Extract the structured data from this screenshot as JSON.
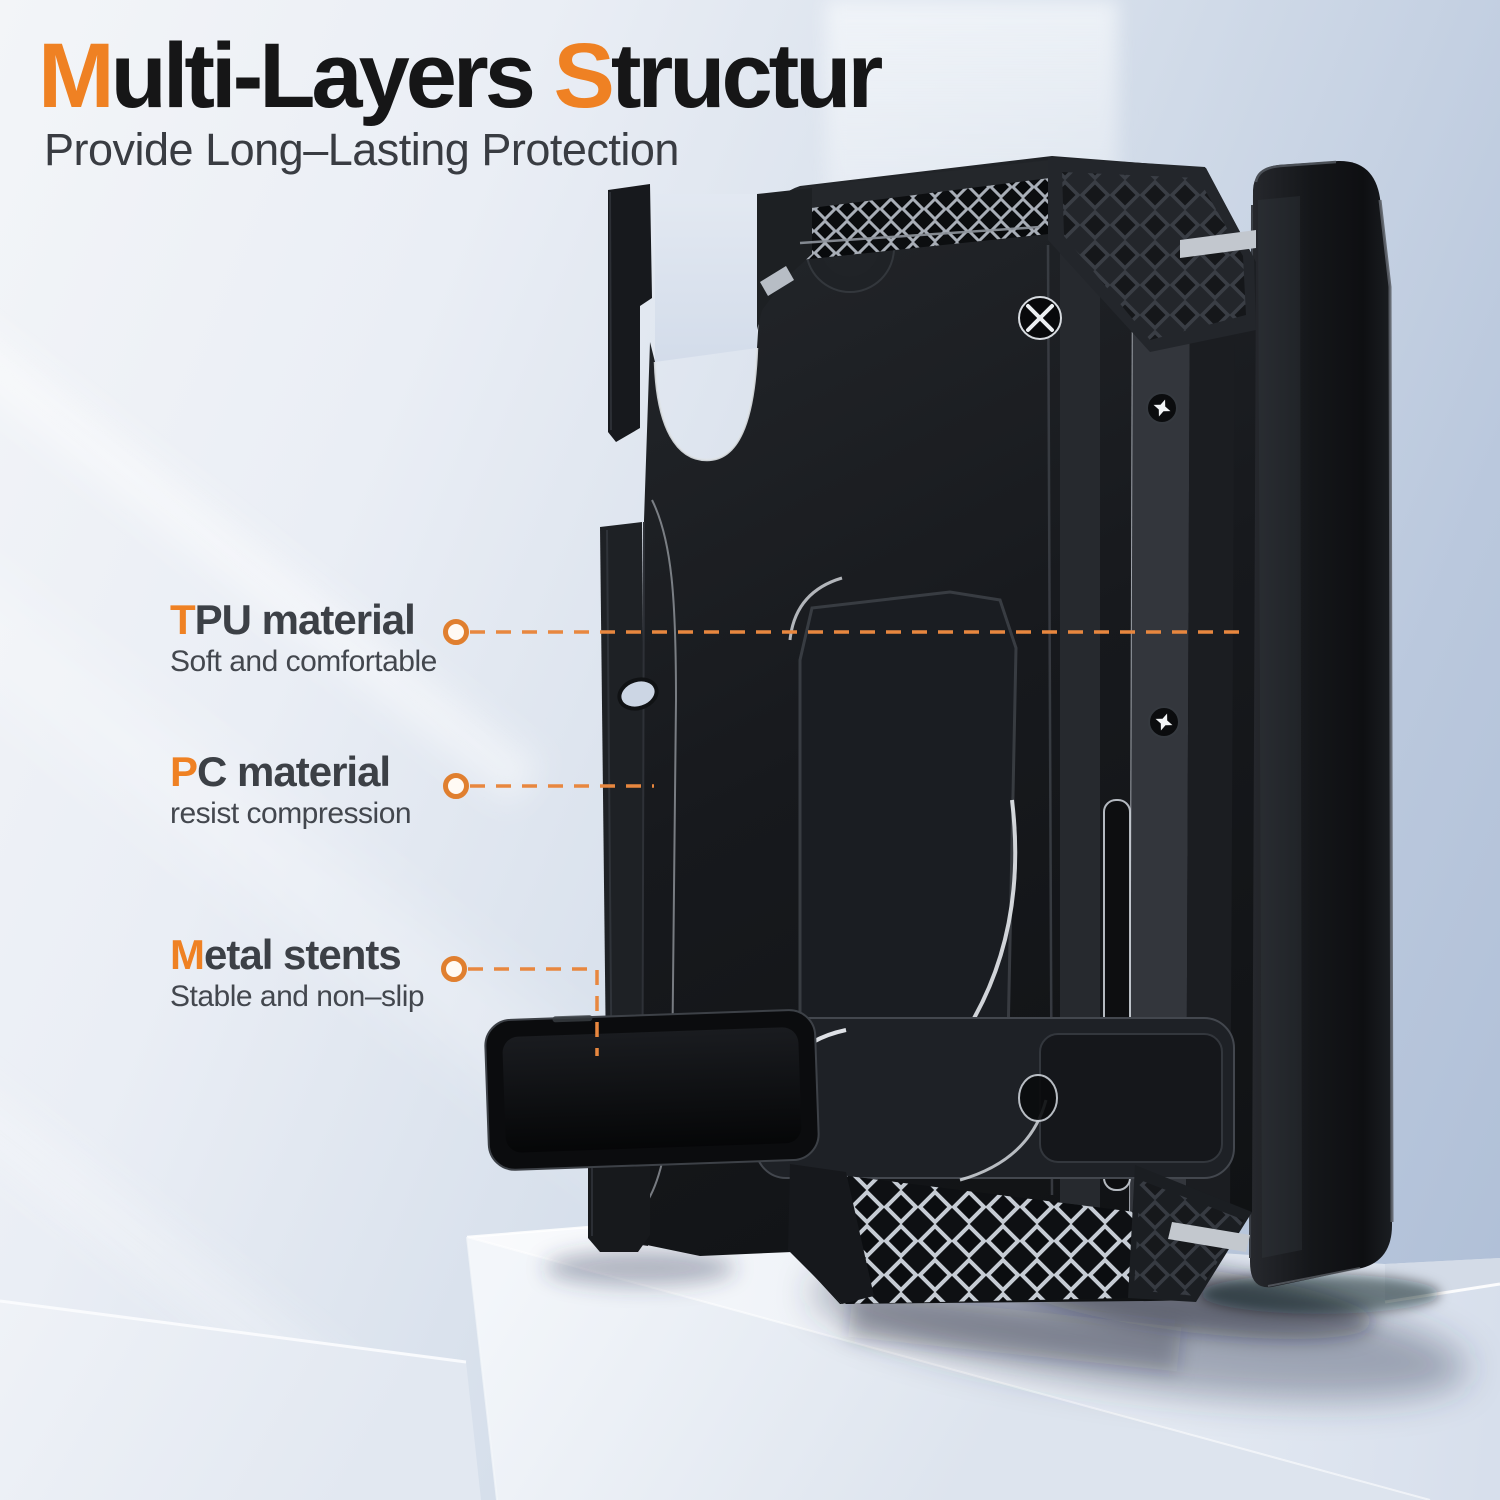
{
  "header": {
    "title_segments": [
      {
        "text": "M",
        "highlight": true
      },
      {
        "text": "ulti-Layers ",
        "highlight": false
      },
      {
        "text": "S",
        "highlight": true
      },
      {
        "text": "tructur",
        "highlight": false
      }
    ],
    "subtitle": "Provide Long–Lasting Protection"
  },
  "callouts": [
    {
      "id": "tpu",
      "heading_highlight": "T",
      "heading_rest": "PU material",
      "description": "Soft and comfortable"
    },
    {
      "id": "pc",
      "heading_highlight": "P",
      "heading_rest": "C material",
      "description": "resist compression"
    },
    {
      "id": "metal",
      "heading_highlight": "M",
      "heading_rest": "etal stents",
      "description": "Stable and non–slip"
    }
  ],
  "colors": {
    "accent_orange": "#EF8123",
    "leader_line_orange": "#E8873F",
    "title_dark": "#161617",
    "text_dark": "#3C4046"
  }
}
